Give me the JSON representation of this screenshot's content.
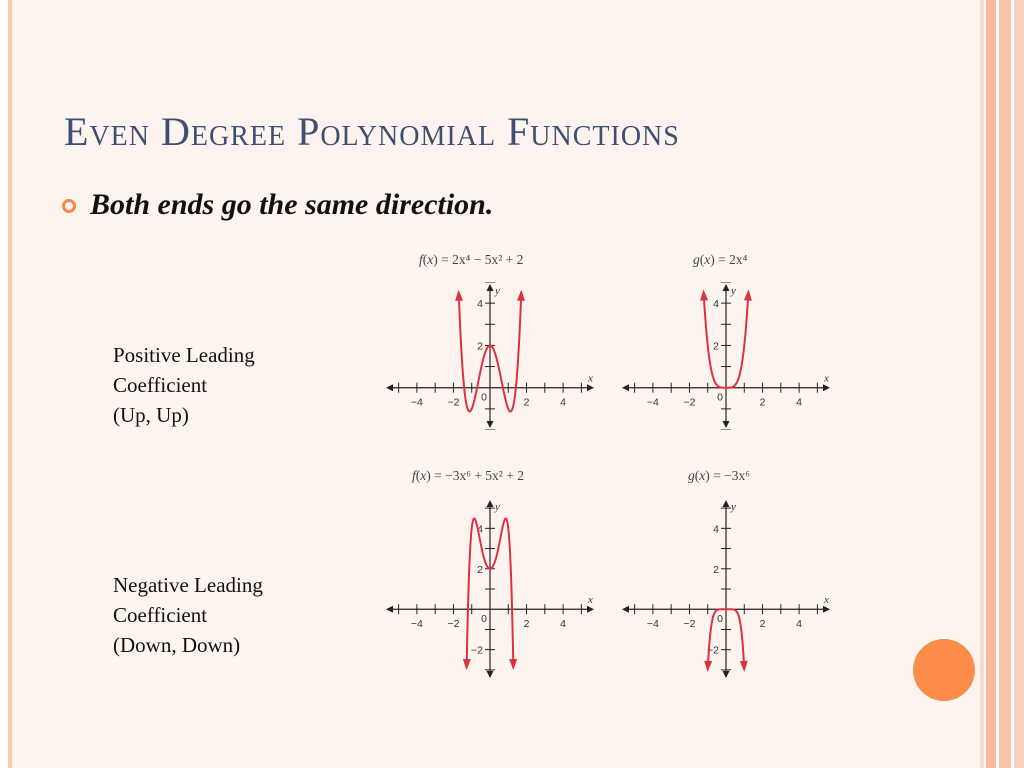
{
  "slide": {
    "title": "Even Degree Polynomial Functions",
    "bullet": "Both ends go the same direction.",
    "positive_label": [
      "Positive Leading",
      "Coefficient",
      "(Up, Up)"
    ],
    "negative_label": [
      "Negative Leading",
      "Coefficient",
      "(Down, Down)"
    ]
  },
  "graphs": [
    {
      "id": "graph-1",
      "fname": "f",
      "equation_rhs": "2x⁴ − 5x² + 2",
      "coeffs": {
        "6": 0,
        "4": 2,
        "2": -5,
        "0": 2
      },
      "xlim": [
        -5.8,
        5.8
      ],
      "ylim": [
        -2,
        5
      ],
      "xticks": [
        "−4",
        "−2",
        "2",
        "4"
      ],
      "yticks": [
        "4",
        "2"
      ],
      "origin_label": "0",
      "xaxis_label": "x",
      "yaxis_label": "y"
    },
    {
      "id": "graph-2",
      "fname": "g",
      "equation_rhs": "2x⁴",
      "coeffs": {
        "6": 0,
        "4": 2,
        "2": 0,
        "0": 0
      },
      "xlim": [
        -5.8,
        5.8
      ],
      "ylim": [
        -2,
        5
      ],
      "xticks": [
        "−4",
        "−2",
        "2",
        "4"
      ],
      "yticks": [
        "4",
        "2"
      ],
      "origin_label": "0",
      "xaxis_label": "x",
      "yaxis_label": "y"
    },
    {
      "id": "graph-3",
      "fname": "f",
      "equation_rhs": "−3x⁶ + 5x² + 2",
      "coeffs": {
        "6": -3,
        "4": 0,
        "2": 5,
        "0": 2
      },
      "xlim": [
        -5.8,
        5.8
      ],
      "ylim": [
        -3.5,
        5.5
      ],
      "xticks": [
        "−4",
        "−2",
        "2",
        "4"
      ],
      "yticks": [
        "4",
        "2",
        "−2"
      ],
      "origin_label": "0",
      "xaxis_label": "x",
      "yaxis_label": "y"
    },
    {
      "id": "graph-4",
      "fname": "g",
      "equation_rhs": "−3x⁶",
      "coeffs": {
        "6": -3,
        "4": 0,
        "2": 0,
        "0": 0
      },
      "xlim": [
        -5.8,
        5.8
      ],
      "ylim": [
        -3.5,
        5.5
      ],
      "xticks": [
        "−4",
        "−2",
        "2",
        "4"
      ],
      "yticks": [
        "4",
        "2",
        "−2"
      ],
      "origin_label": "0",
      "xaxis_label": "x",
      "yaxis_label": "y"
    }
  ],
  "colors": {
    "curve": "#d9333f",
    "axis": "#222222",
    "title": "#3f4f6f",
    "bullet": "#f08a4b",
    "accent": "#fc8c4a"
  }
}
